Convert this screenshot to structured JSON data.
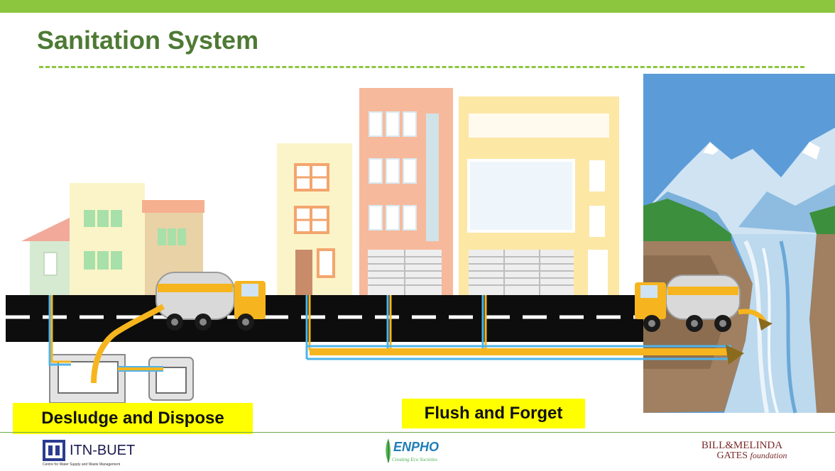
{
  "slide": {
    "title": "Sanitation System",
    "accent_color": "#8cc63f",
    "title_color": "#4e7a34"
  },
  "labels": {
    "left": "Desludge and Dispose",
    "right": "Flush and Forget"
  },
  "footer": {
    "itn_name": "ITN-BUET",
    "itn_subtitle": "Centre for Water Supply and Waste Management",
    "enpho_name": "ENPHO",
    "enpho_tagline": "Creating Eco Societies",
    "gates_line1": "BILL&MELINDA",
    "gates_line2": "GATES",
    "gates_line3": "foundation"
  },
  "icons": [
    "itn-logo-icon",
    "enpho-leaf-icon",
    "truck-icon",
    "septic-tank-icon",
    "building-icon",
    "mountain-river-icon"
  ]
}
